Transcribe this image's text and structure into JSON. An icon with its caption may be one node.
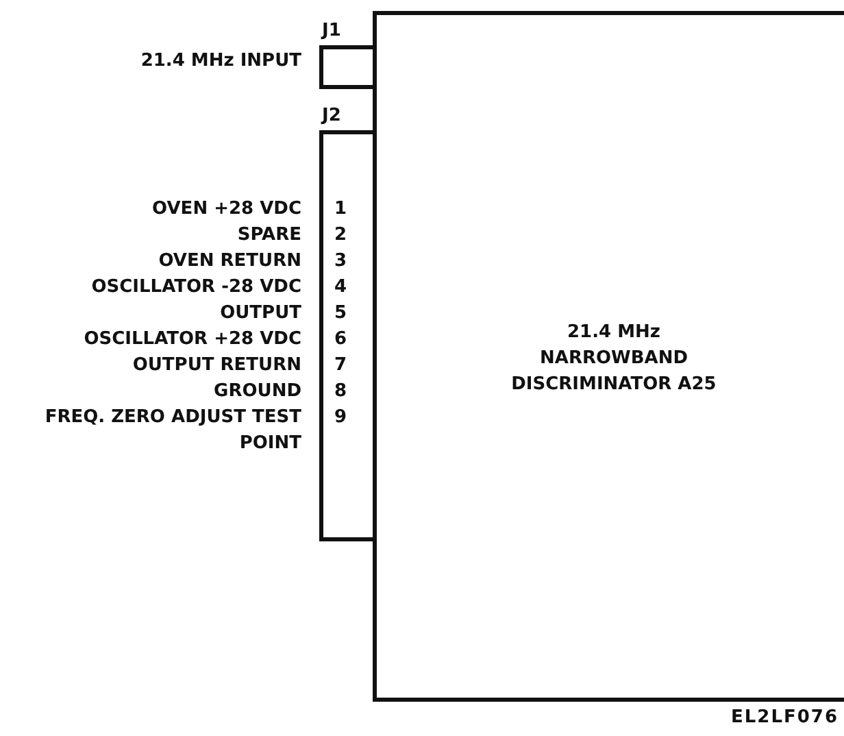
{
  "diagram": {
    "caption": "EL2LF076",
    "nodes": [
      {
        "text": [
          "21.4 MHz NARROWBAND DISCRIMINATOR A25"
        ]
      },
      {
        "text": [
          "J1"
        ]
      },
      {
        "text": [
          "J2"
        ]
      }
    ],
    "labels": [
      "21.4 MHz INPUT",
      "OVEN +28 VDC",
      "1",
      "SPARE",
      "2",
      "OVEN RETURN",
      "3",
      "OSCILLATOR -28 VDC",
      "4",
      "OUTPUT",
      "5",
      "OSCILLATOR +28 VDC",
      "6",
      "OUTPUT RETURN",
      "7",
      "GROUND",
      "8",
      "FREQ. ZERO ADJUST TEST POINT",
      "9"
    ]
  }
}
